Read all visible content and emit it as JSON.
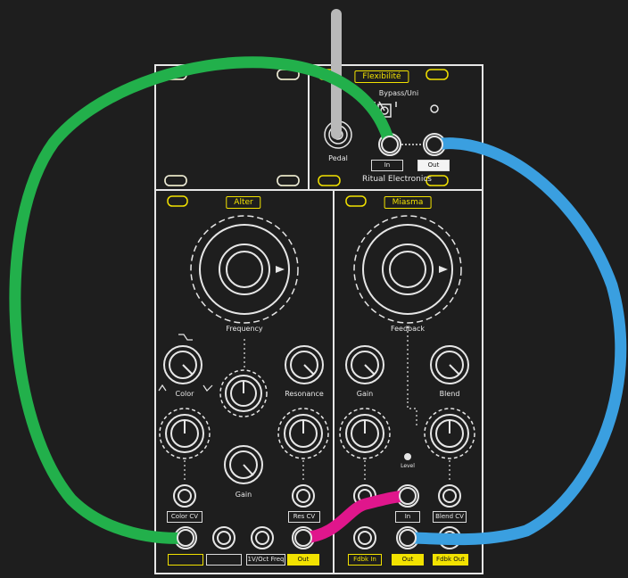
{
  "modules": {
    "flexibilite": {
      "title": "Flexibilité",
      "bypass_label": "Bypass/Uni",
      "pedal_label": "Pedal",
      "in_label": "In",
      "out_label": "Out",
      "brand": "Ritual Electronics"
    },
    "alter": {
      "title": "Alter",
      "frequency_label": "Frequency",
      "color_label": "Color",
      "resonance_label": "Resonance",
      "gain_label": "Gain",
      "color_cv_label": "Color CV",
      "res_cv_label": "Res CV",
      "port_labels": [
        "",
        "",
        "1V/Oct Freq",
        "Out"
      ]
    },
    "miasma": {
      "title": "Miasma",
      "feedback_label": "Feedback",
      "gain_label": "Gain",
      "blend_label": "Blend",
      "level_label": "Level",
      "in_cv_label": "In",
      "blend_cv_label": "Blend CV",
      "port_labels": [
        "Fdbk In",
        "Out",
        "Fdbk Out"
      ]
    }
  },
  "cables": [
    {
      "name": "green-cable",
      "color": "#22b04b"
    },
    {
      "name": "blue-cable",
      "color": "#3a9fe0"
    },
    {
      "name": "magenta-cable",
      "color": "#e0168c"
    },
    {
      "name": "gray-cable",
      "color": "#b9b9b9"
    }
  ]
}
